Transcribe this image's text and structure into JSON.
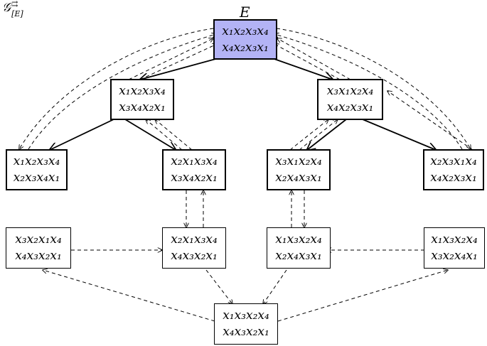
{
  "graph_label": {
    "symbol": "𝒢",
    "superscript": "⇉",
    "subscript": "[E]"
  },
  "top_label": "E",
  "nodes": {
    "top": {
      "line1": "x₁x₂x₃x₄",
      "line2": "x₄x₂x₃x₁"
    },
    "l2a": {
      "line1": "x₁x₂x₃x₄",
      "line2": "x₃x₄x₂x₁"
    },
    "l2b": {
      "line1": "x₃x₁x₂x₄",
      "line2": "x₄x₂x₃x₁"
    },
    "l3a": {
      "line1": "x₁x₂x₃x₄",
      "line2": "x₂x₃x₄x₁"
    },
    "l3b": {
      "line1": "x₂x₁x₃x₄",
      "line2": "x₃x₄x₂x₁"
    },
    "l3c": {
      "line1": "x₃x₁x₂x₄",
      "line2": "x₂x₄x₃x₁"
    },
    "l3d": {
      "line1": "x₂x₃x₁x₄",
      "line2": "x₄x₂x₃x₁"
    },
    "l4a": {
      "line1": "x₃x₂x₁x₄",
      "line2": "x₄x₃x₂x₁"
    },
    "l4b": {
      "line1": "x₂x₁x₃x₄",
      "line2": "x₄x₃x₂x₁"
    },
    "l4c": {
      "line1": "x₁x₃x₂x₄",
      "line2": "x₂x₄x₃x₁"
    },
    "l4d": {
      "line1": "x₁x₃x₂x₄",
      "line2": "x₃x₂x₄x₁"
    },
    "bottom": {
      "line1": "x₁x₃x₂x₄",
      "line2": "x₄x₃x₂x₁"
    }
  },
  "colors": {
    "highlight": "#b3b3f5",
    "stroke": "#000000"
  }
}
